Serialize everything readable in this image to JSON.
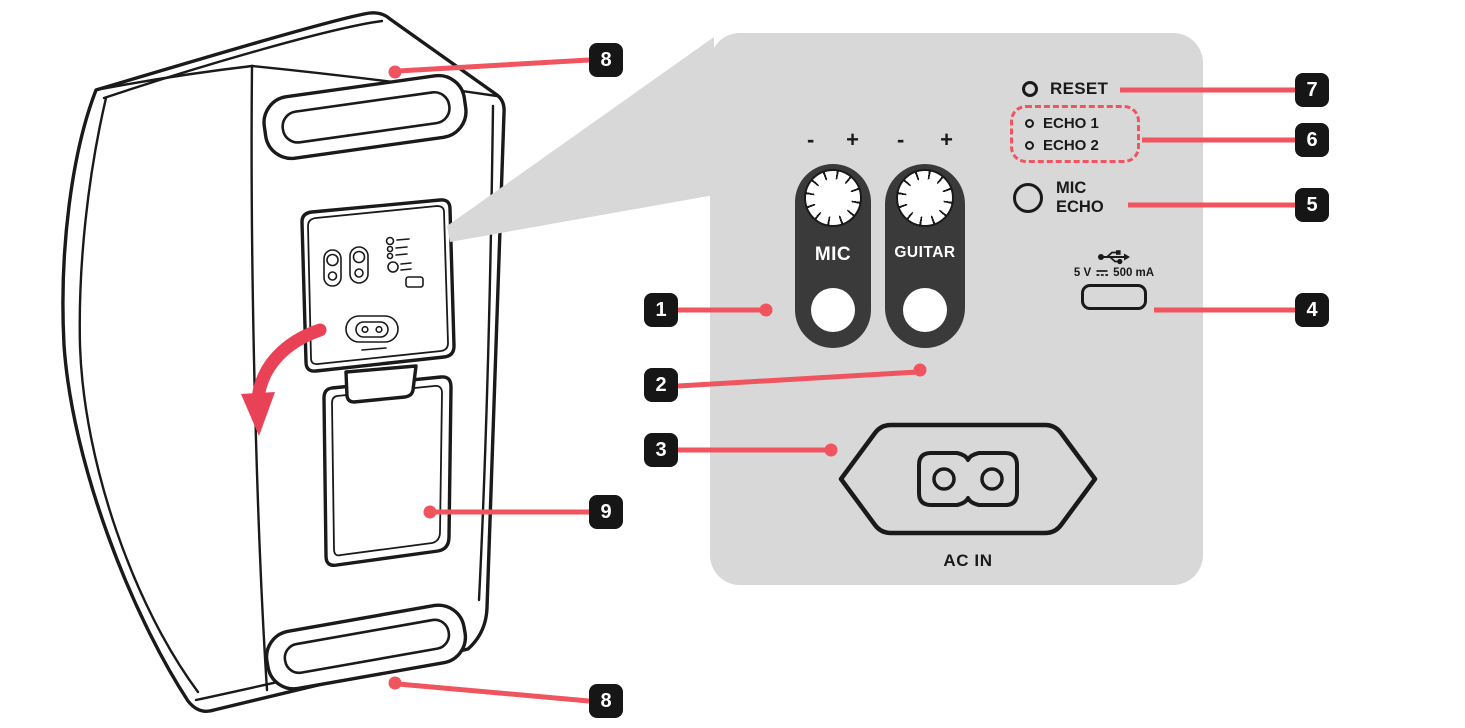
{
  "colors": {
    "panel_bg": "#d8d8d8",
    "accent": "#f0555f",
    "callout_bg": "#161616",
    "pill_bg": "#3a3a3a",
    "ink": "#1a1a1a",
    "arrow_red": "#e94256"
  },
  "panel": {
    "mic": {
      "minus": "-",
      "plus": "+",
      "label": "MIC"
    },
    "guitar": {
      "minus": "-",
      "plus": "+",
      "label": "GUITAR"
    },
    "reset_label": "RESET",
    "echo1_label": "ECHO 1",
    "echo2_label": "ECHO 2",
    "mic_echo_label_line1": "MIC",
    "mic_echo_label_line2": "ECHO",
    "usb_rating_volts": "5 V",
    "usb_rating_current": "500 mA",
    "ac_in_label": "AC IN"
  },
  "callouts": {
    "n1": "1",
    "n2": "2",
    "n3": "3",
    "n4": "4",
    "n5": "5",
    "n6": "6",
    "n7": "7",
    "n8": "8",
    "n9": "9"
  }
}
